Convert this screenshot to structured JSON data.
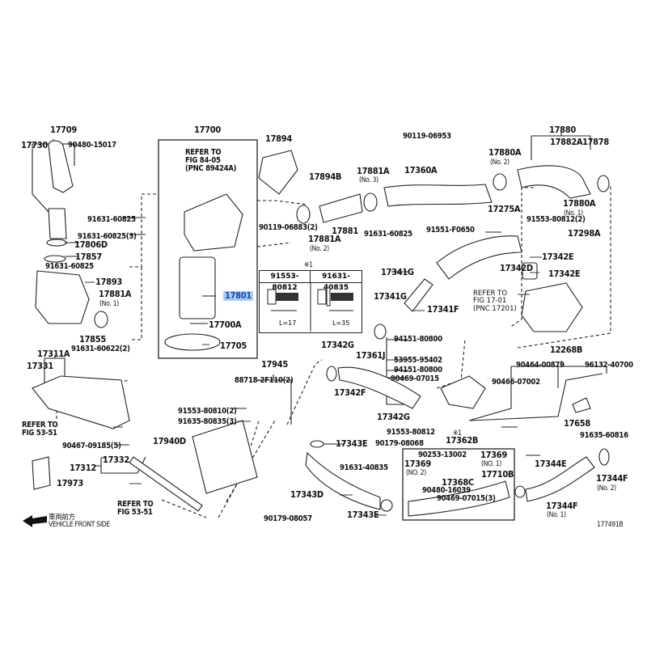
{
  "figure": {
    "figure_id": "177491B",
    "highlight_color": "#a9cdf2",
    "highlighted_part": "17801",
    "direction_label_jp": "車両前方",
    "direction_label_en": "VEHICLE FRONT SIDE"
  },
  "labels": {
    "p17709": "17709",
    "p17730": "17730",
    "p90480_15017": "90480-15017",
    "p91631_60825_a": "91631-60825",
    "p91631_60825_3": "91631-60825(3)",
    "p17806D": "17806D",
    "p17857": "17857",
    "p91631_60825_b": "91631-60825",
    "p17893": "17893",
    "p17881A_1": "17881A",
    "no1_a": "(No. 1)",
    "p17855": "17855",
    "p91631_60622": "91631-60622(2)",
    "p17700": "17700",
    "refer1_l1": "REFER TO",
    "refer1_l2": "FIG 84-05",
    "refer1_l3": "(PNC 89424A)",
    "p17801": "17801",
    "p17700A": "17700A",
    "p17705": "17705",
    "p17894": "17894",
    "p17894B": "17894B",
    "p90119_06883": "90119-06883(2)",
    "p17881A_2": "17881A",
    "no2_a": "(No. 2)",
    "p17881": "17881",
    "p17881A_3": "17881A",
    "no3": "(No. 3)",
    "p90119_06953": "90119-06953",
    "p17360A": "17360A",
    "p91631_60825_c": "91631-60825",
    "p91551_F0650": "91551-F0650",
    "p17275A": "17275A",
    "p17880": "17880",
    "p17882A": "17882A",
    "p17878": "17878",
    "p17880A_2": "17880A",
    "no2_b": "(No. 2)",
    "p17880A_1": "17880A",
    "no1_b": "(No. 1)",
    "p91553_80812_2": "91553-80812(2)",
    "p17298A": "17298A",
    "p17342E_a": "17342E",
    "p17342E_b": "17342E",
    "p17342D": "17342D",
    "refer2_l1": "REFER TO",
    "refer2_l2": "FIG 17-01",
    "refer2_l3": "(PNC 17201)",
    "p17341G_a": "17341G",
    "p17341G_b": "17341G",
    "p17341F": "17341F",
    "note_mark_1": "※1",
    "p17342G_a": "17342G",
    "p17342F": "17342F",
    "p17342G_b": "17342G",
    "p17361J": "17361J",
    "p94151_80800_a": "94151-80800",
    "p53955_95402": "53955-95402",
    "p94151_80800_b": "94151-80800",
    "p90469_07015": "90469-07015",
    "p91553_80812": "91553-80812",
    "note_mark_2": "※1",
    "p17362B": "17362B",
    "p90179_08068": "90179-08068",
    "p12268B": "12268B",
    "p90464_00879": "90464-00879",
    "p96132_40700": "96132-40700",
    "p90466_07002": "90466-07002",
    "p17658": "17658",
    "p91635_60816": "91635-60816",
    "p17311A": "17311A",
    "p17331": "17331",
    "refer3_l1": "REFER TO",
    "refer3_l2": "FIG 53-51",
    "p90467_09185": "90467-09185(5)",
    "p17940D": "17940D",
    "p17312": "17312",
    "p17332": "17332",
    "p17973": "17973",
    "refer4_l1": "REFER TO",
    "refer4_l2": "FIG 53-51",
    "p17945": "17945",
    "p88718_2F110": "88718-2F110(2)",
    "p91553_80810": "91553-80810(2)",
    "p91635_80835": "91635-80835(3)",
    "p90179_08057": "90179-08057",
    "p17343E_a": "17343E",
    "p91631_40835": "91631-40835",
    "p17343D": "17343D",
    "p17343E_b": "17343E",
    "p90253_13002": "90253-13002",
    "p17369_2": "17369",
    "no2_c": "(NO. 2)",
    "p17369_1": "17369",
    "no1_c": "(NO. 1)",
    "p17710B": "17710B",
    "p17368C": "17368C",
    "p90480_16039": "90480-16039",
    "p90469_07015_3": "90469-07015(3)",
    "p17344E": "17344E",
    "p17344F_2": "17344F",
    "no2_d": "(No. 2)",
    "p17344F_1": "17344F",
    "no1_d": "(No. 1)"
  },
  "bolt_table": {
    "note": "※1",
    "columns": [
      {
        "part": "91553-80812",
        "length": "L=17"
      },
      {
        "part": "91631-40835",
        "length": "L=35"
      }
    ]
  }
}
